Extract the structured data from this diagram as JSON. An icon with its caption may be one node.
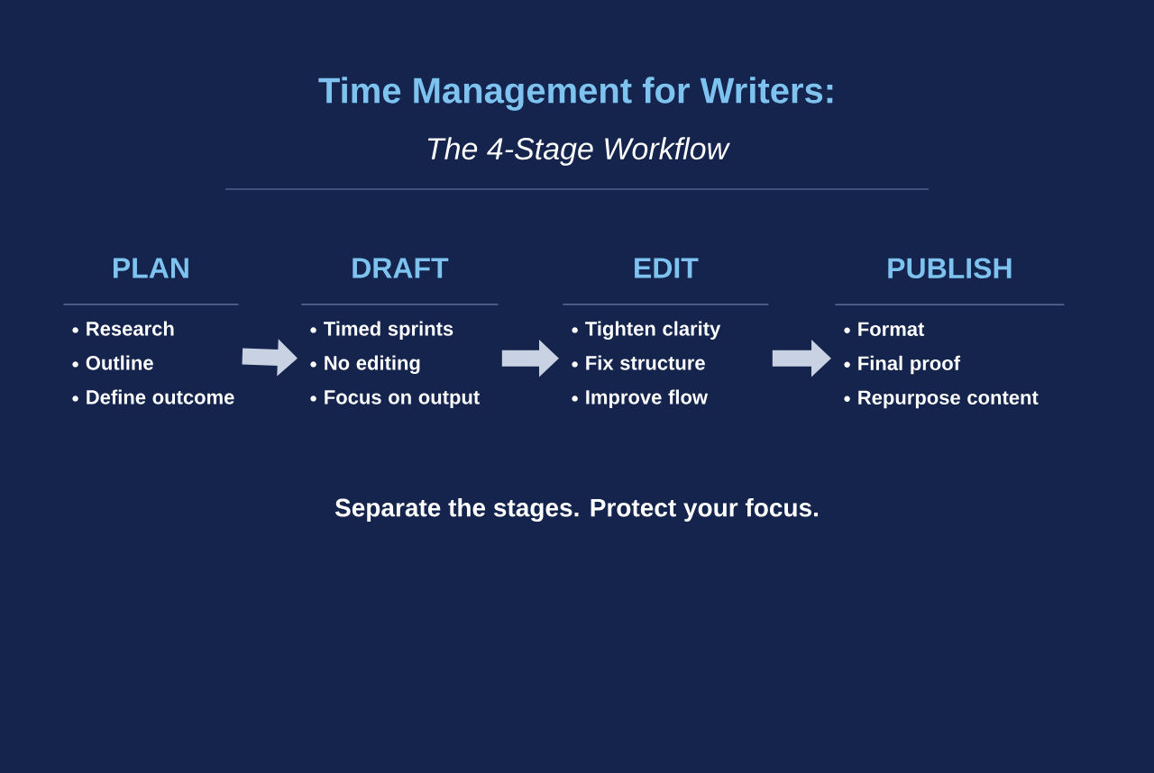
{
  "diagram": {
    "title": "Time Management for Writers:",
    "nodes": [
      {
        "text": [
          "PLAN",
          "Research",
          "Outline",
          "Define outcome"
        ]
      },
      {
        "text": [
          "DRAFT",
          "Timed sprints",
          "No editing",
          "Focus on output"
        ]
      },
      {
        "text": [
          "EDIT",
          "Tighten clarity",
          "Fix structure",
          "Improve flow"
        ]
      },
      {
        "text": [
          "PUBLISH",
          "Format",
          "Final proof",
          "Repurpose content"
        ]
      }
    ],
    "edges": [
      {
        "from": 0,
        "to": 1,
        "arrow": "to"
      },
      {
        "from": 1,
        "to": 2,
        "arrow": "to"
      },
      {
        "from": 2,
        "to": 3,
        "arrow": "to"
      }
    ],
    "labels": [
      "The 4-Stage Workflow",
      "Separate the stages. Protect your focus."
    ]
  }
}
